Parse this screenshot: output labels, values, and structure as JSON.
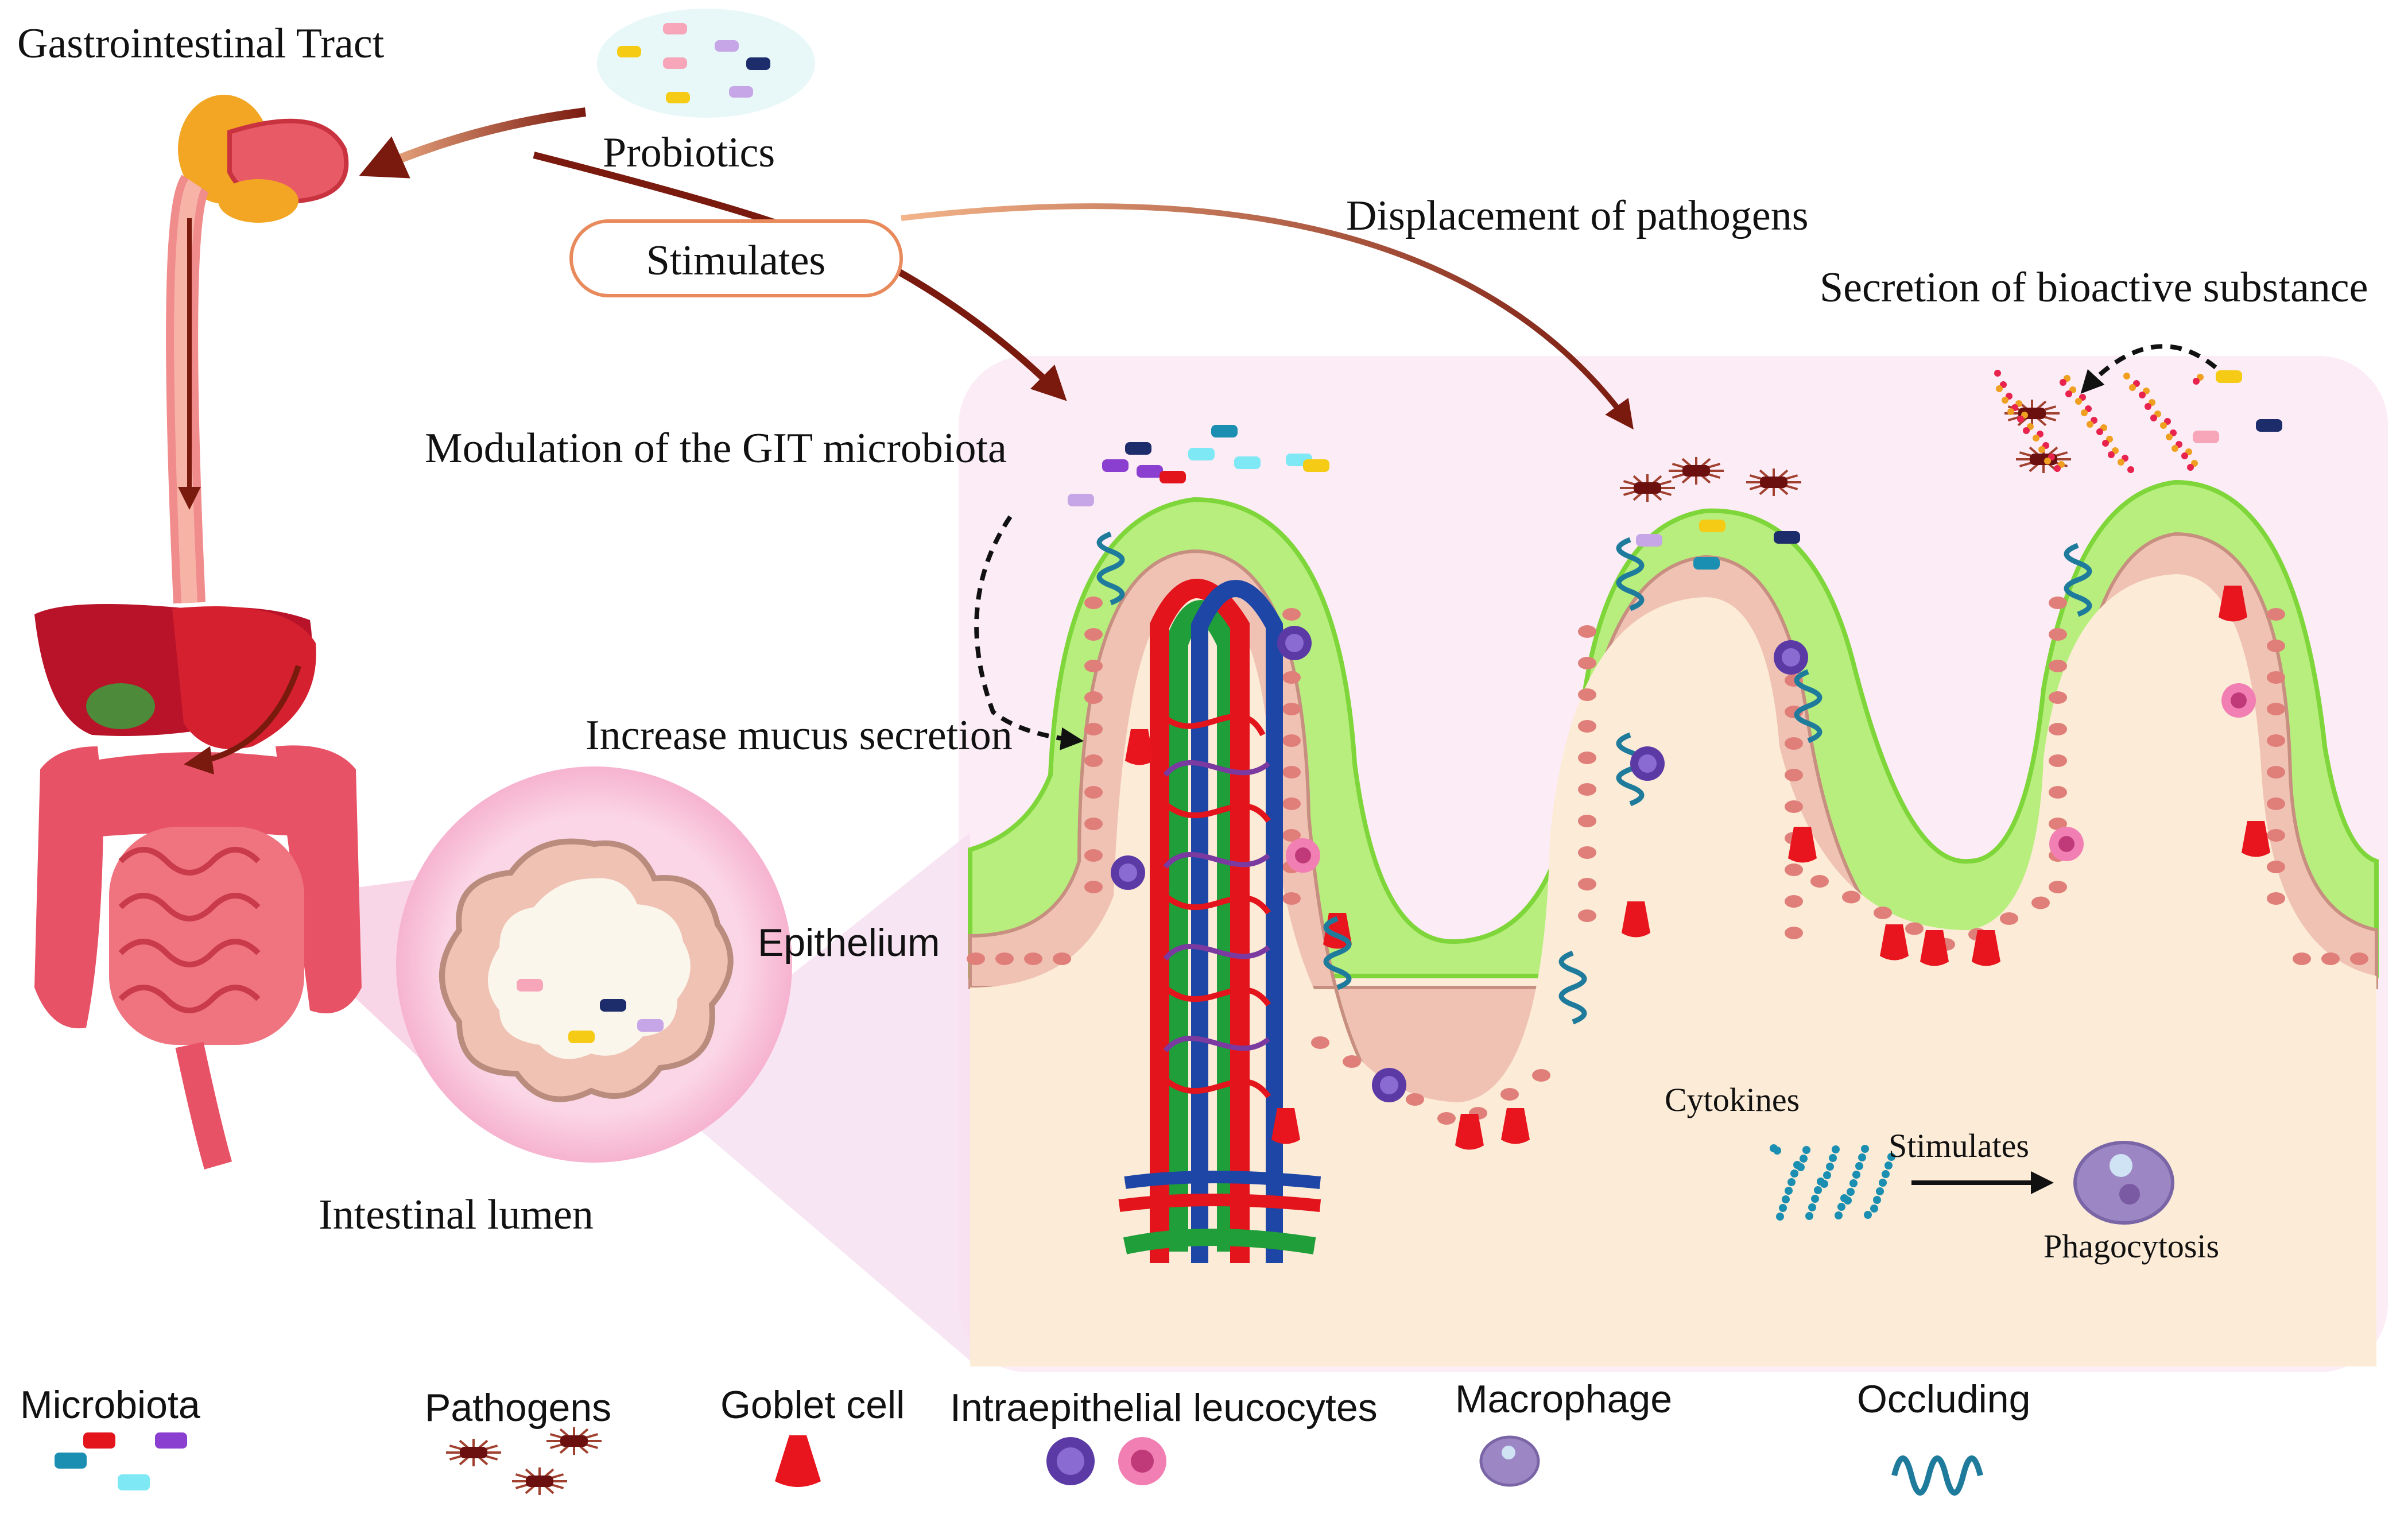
{
  "labels": {
    "gi_tract": "Gastrointestinal Tract",
    "probiotics": "Probiotics",
    "stimulates_top": "Stimulates",
    "displacement": "Displacement of pathogens",
    "secretion": "Secretion of bioactive substance",
    "modulation": "Modulation of the GIT microbiota",
    "mucus": "Increase mucus secretion",
    "epithelium": "Epithelium",
    "lumen": "Intestinal lumen",
    "cytokines": "Cytokines",
    "stimulates_small": "Stimulates",
    "phagocytosis": "Phagocytosis"
  },
  "legend": {
    "microbiota": "Microbiota",
    "pathogens": "Pathogens",
    "goblet": "Goblet cell",
    "iel": "Intraepithelial leucocytes",
    "macrophage": "Macrophage",
    "occluding": "Occluding"
  },
  "colors": {
    "arrow": "#7a1a0f",
    "mucus": "#b7ee7d",
    "mucus_edge": "#7fd63a",
    "epithelium": "#f0c2b4",
    "lamina": "#fcebd6",
    "panel_bg": "#fcecf6",
    "goblet": "#e8141e",
    "occluding": "#1f7b9c",
    "artery": "#e3141b",
    "vein": "#1d46a6",
    "lymph": "#1f9e3a"
  }
}
